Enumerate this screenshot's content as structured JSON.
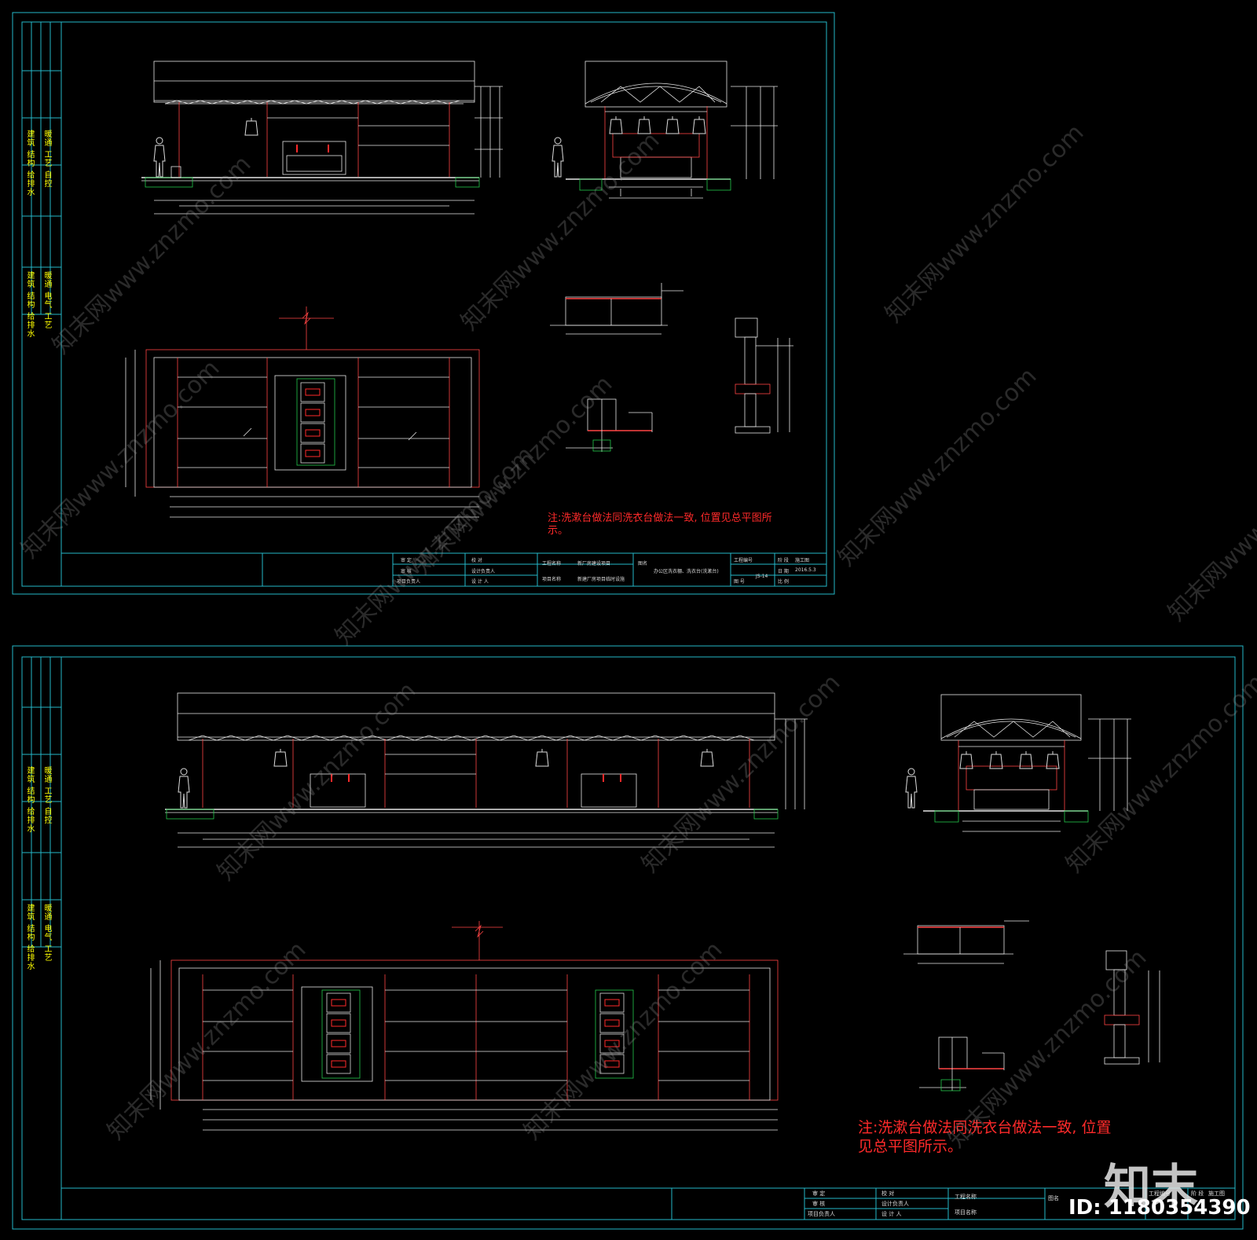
{
  "note_top": "注:洗漱台做法同洗衣台做法一致, 位置见总平图所示。",
  "note_bottom_line1": "注:洗漱台做法同洗衣台做法一致, 位置",
  "note_bottom_line2": "见总平图所示。",
  "side_labels": {
    "upper_a": "建筑 结构 给排水",
    "upper_b": "暖通 工艺 自控",
    "lower_a": "建筑 结构 给排水",
    "lower_b": "暖通 电气 工艺"
  },
  "title_block_top": {
    "review": "审 定",
    "audit": "审 核",
    "project_lead": "项目负责人",
    "check": "校 对",
    "design_lead": "设计负责人",
    "designer": "设 计 人",
    "project_name_label": "工程名称",
    "project_name": "新厂房建设项目",
    "item_name_label": "项目名称",
    "item_name": "新建厂房项目临时设施",
    "drawing_label": "图名",
    "drawing_name": "办公区洗衣棚、洗衣台(洗漱台)",
    "project_no_label": "工程编号",
    "stage_label": "阶 段",
    "stage": "施工图",
    "date_label": "日 期",
    "date": "2016.5.3",
    "sheet_label": "图 号",
    "sheet": "JS-14",
    "scale_label": "比 例"
  },
  "title_block_bottom": {
    "review": "审 定",
    "audit": "审 核",
    "project_lead": "项目负责人",
    "check": "校 对",
    "design_lead": "设计负责人",
    "designer": "设 计 人",
    "project_name_label": "工程名称",
    "item_name_label": "项目名称",
    "drawing_label": "图名",
    "project_no_label": "工程编号",
    "stage_label": "阶 段",
    "stage": "施工图"
  },
  "watermark_text": "知末网www.znzmo.com",
  "logo": "知末",
  "id_text": "ID: 1180354390",
  "colors": {
    "frame": "#25b7c9",
    "line": "#e6e6e6",
    "red": "#ff2a2a",
    "green": "#25c94a",
    "note": "#ff2a2a"
  }
}
